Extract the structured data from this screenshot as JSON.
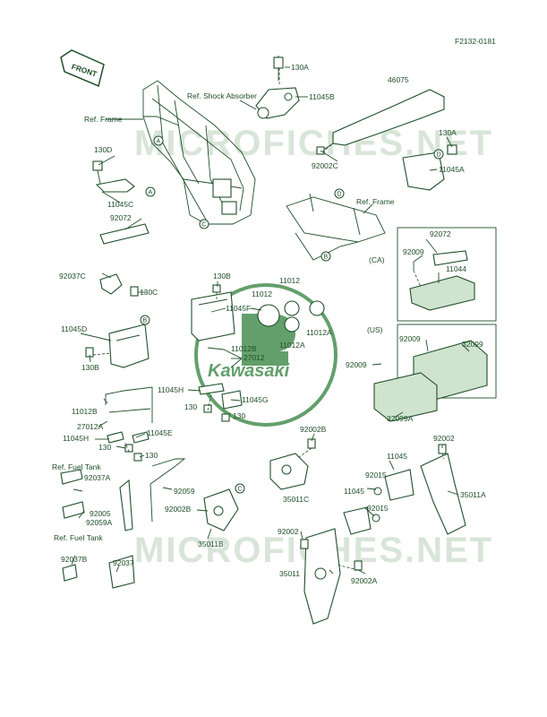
{
  "figure_code": "F2132-0181",
  "front_label": "FRONT",
  "watermark_text": "MICROFICHES.NET",
  "logo_text": "Kawasaki",
  "ink_color": "#1f4f28",
  "callouts": [
    "A",
    "B",
    "C",
    "D"
  ],
  "labels": {
    "l130A_top": "130A",
    "l11045B": "11045B",
    "lRefShock": "Ref. Shock Absorber",
    "lRefFrame1": "Ref. Frame",
    "l46075": "46075",
    "l130D": "130D",
    "l11045C": "11045C",
    "l92072a": "92072",
    "l92002C": "92002C",
    "l130A_r": "130A",
    "l11045A": "11045A",
    "lRefFrame2": "Ref. Frame",
    "l92037C": "92037C",
    "l130C": "130C",
    "l130B_top": "130B",
    "l11012_a": "11012",
    "l11012_b": "11012",
    "l11045F": "11045F",
    "l11012A_a": "11012A",
    "l11012A_b": "11012A",
    "lCA": "(CA)",
    "l92072b": "92072",
    "l92009a": "92009",
    "l11044": "11044",
    "l11045D": "11045D",
    "l130B_left": "130B",
    "l11012B_a": "11012B",
    "l27012_a": "27012",
    "l11045H_a": "11045H",
    "l11045G": "11045G",
    "l130_a": "130",
    "l130_b": "130",
    "lUS": "(US)",
    "l92009b": "92009",
    "l32099": "32099",
    "l92009c": "92009",
    "l32099A": "32099A",
    "l11012B_b": "11012B",
    "l27012A": "27012A",
    "l11045H_b": "11045H",
    "l11045E": "11045E",
    "l130_c": "130",
    "l130_d": "130",
    "l92002B_a": "92002B",
    "l92002_r": "92002",
    "lRefFuel1": "Ref. Fuel Tank",
    "l92037A": "92037A",
    "l11045_a": "11045",
    "l35011C": "35011C",
    "l92015_a": "92015",
    "l11045_b": "11045",
    "l35011A": "35011A",
    "l92059": "92059",
    "l92005": "92005",
    "l92059A": "92059A",
    "l92002B_b": "92002B",
    "l92015_b": "92015",
    "lRefFuel2": "Ref. Fuel Tank",
    "l35011B": "35011B",
    "l92002_b": "92002",
    "l92037B": "92037B",
    "l92037": "92037",
    "l35011": "35011",
    "l92002A": "92002A"
  }
}
